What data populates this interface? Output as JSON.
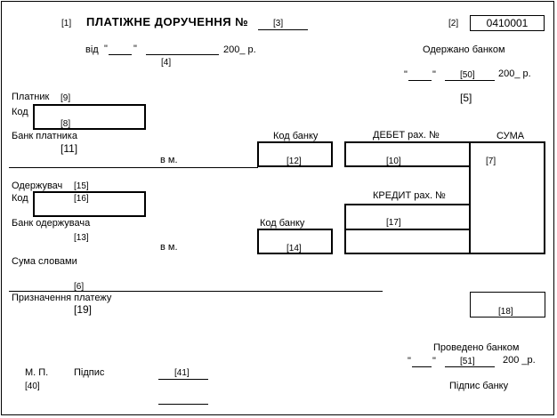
{
  "header": {
    "field_1": "[1]",
    "title": "ПЛАТІЖНЕ ДОРУЧЕННЯ №",
    "field_3": "[3]",
    "field_2": "[2]",
    "form_code": "0410001",
    "from_label": "від",
    "date_quote_open": "\"",
    "date_quote_close": "\"",
    "year_label": "200_ р.",
    "field_4": "[4]",
    "received_label": "Одержано банком",
    "recv_quote_open": "\"",
    "recv_quote_close": "\"",
    "field_50": "[50]",
    "recv_year": "200_ р.",
    "field_5": "[5]"
  },
  "payer": {
    "label": "Платник",
    "field_9": "[9]",
    "code_label": "Код",
    "field_8": "[8]",
    "bank_label": "Банк платника",
    "field_11": "[11]",
    "city_label": "в м.",
    "bank_code_label": "Код банку",
    "field_12": "[12]",
    "debit_label": "ДЕБЕТ рах. №",
    "field_10": "[10]",
    "sum_label": "СУМА",
    "field_7": "[7]"
  },
  "recipient": {
    "label": "Одержувач",
    "field_15": "[15]",
    "code_label": "Код",
    "field_16": "[16]",
    "bank_label": "Банк одержувача",
    "field_13": "[13]",
    "city_label": "в м.",
    "bank_code_label": "Код банку",
    "field_14": "[14]",
    "credit_label": "КРЕДИТ рах. №",
    "field_17": "[17]"
  },
  "amount": {
    "words_label": "Сума словами",
    "field_6": "[6]",
    "purpose_label": "Призначення платежу",
    "field_19": "[19]",
    "field_18": "[18]"
  },
  "footer": {
    "processed_label": "Проведено банком",
    "quote_open": "\"",
    "quote_close": "\"",
    "field_51": "[51]",
    "year": "200 _р.",
    "mp_label": "М. П.",
    "field_40": "[40]",
    "sign_label": "Підпис",
    "field_41": "[41]",
    "bank_sign_label": "Підпис банку"
  }
}
